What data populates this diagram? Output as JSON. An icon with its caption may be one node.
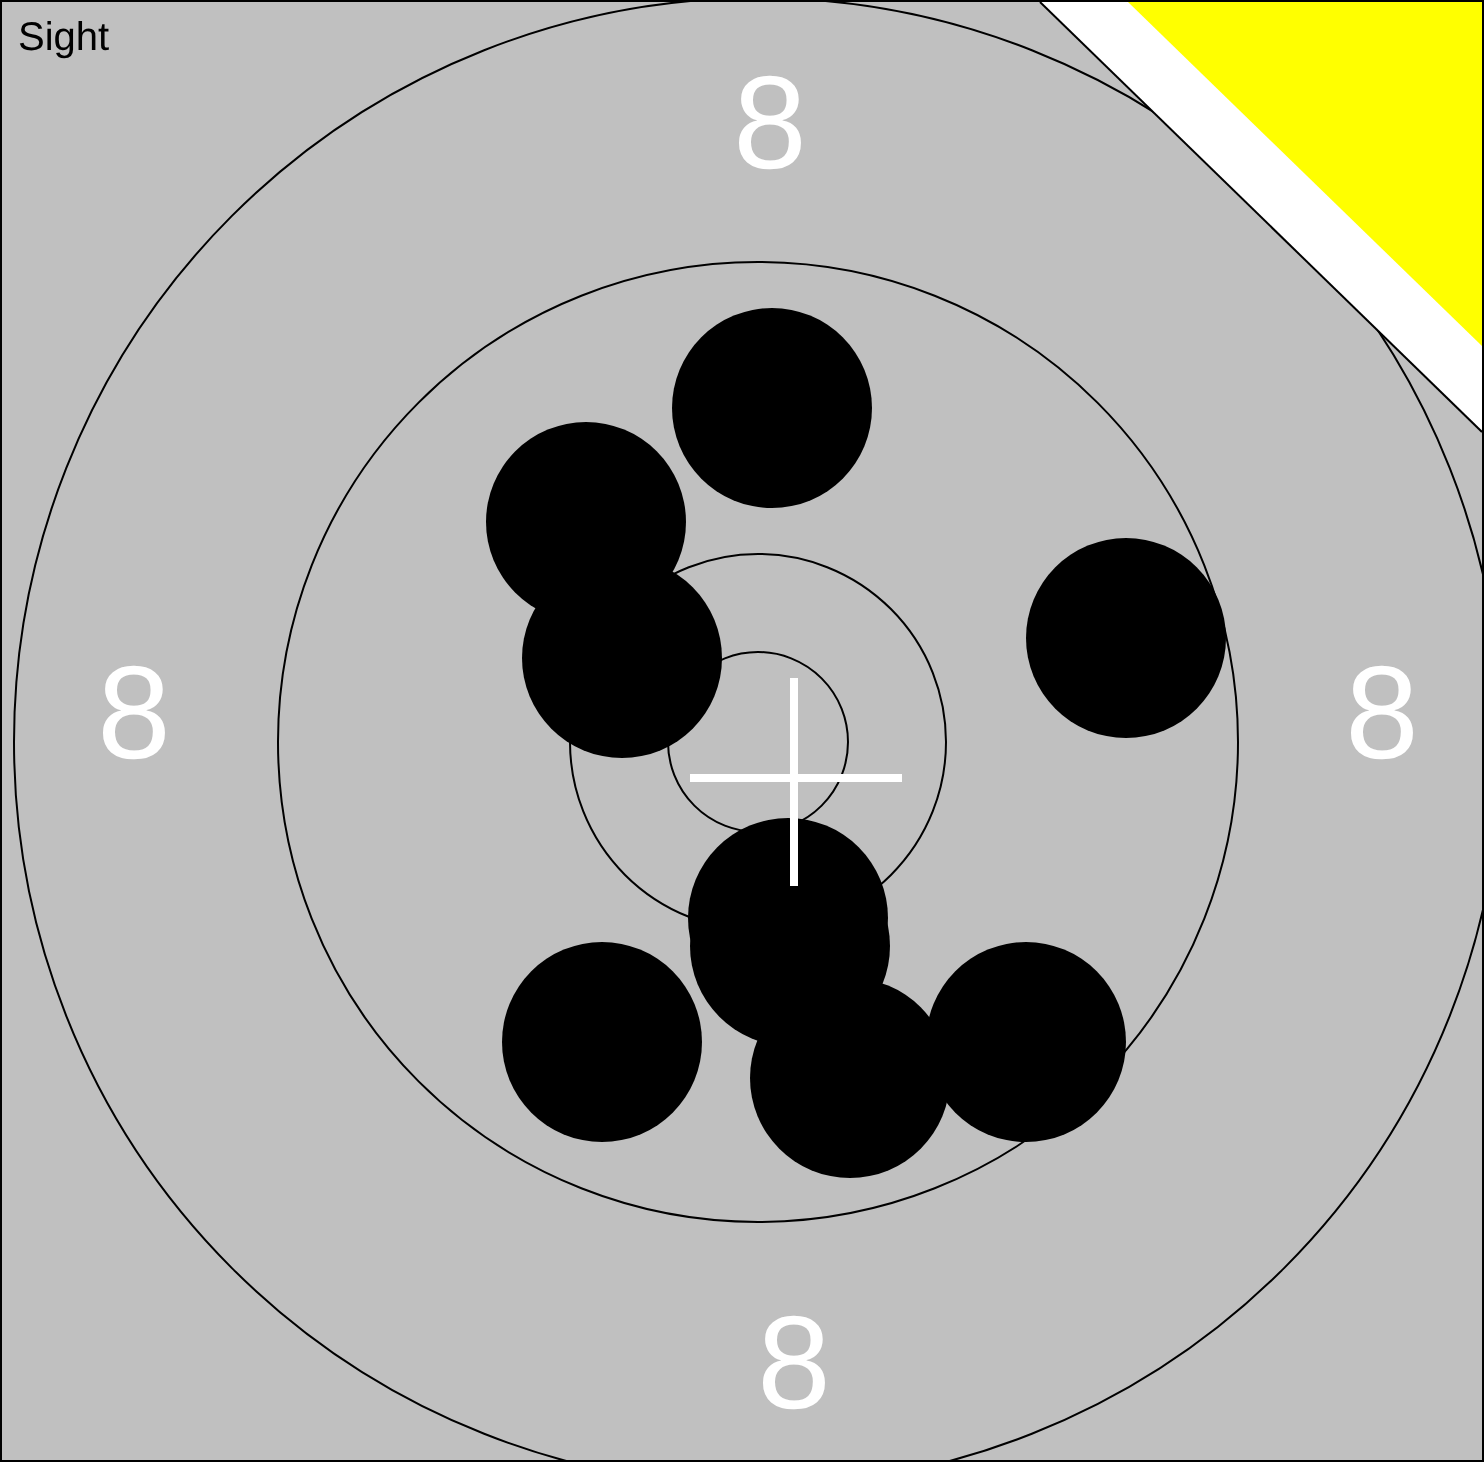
{
  "diagram": {
    "labels": [
      "Sight",
      "8",
      "8",
      "8",
      "8"
    ]
  }
}
